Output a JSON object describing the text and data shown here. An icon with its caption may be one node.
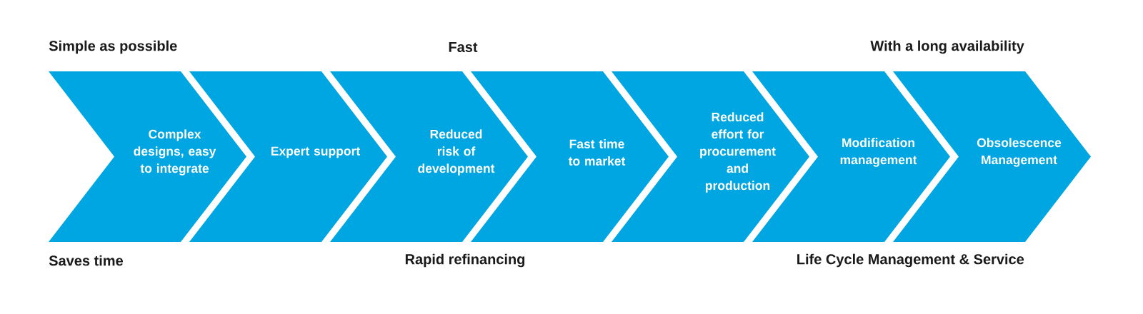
{
  "diagram": {
    "nodes": [
      {
        "text": [
          "Complex designs, easy to integrate"
        ]
      },
      {
        "text": [
          "Expert support"
        ]
      },
      {
        "text": [
          "Reduced risk of development"
        ]
      },
      {
        "text": [
          "Fast time to market"
        ]
      },
      {
        "text": [
          "Reduced effort for procurement and production"
        ]
      },
      {
        "text": [
          "Modification management"
        ]
      },
      {
        "text": [
          "Obsolescence Management"
        ]
      }
    ],
    "labels": [
      "Simple as possible",
      "Fast",
      "With a long availability",
      "Saves time",
      "Rapid refinancing",
      "Life Cycle Management & Service"
    ]
  }
}
